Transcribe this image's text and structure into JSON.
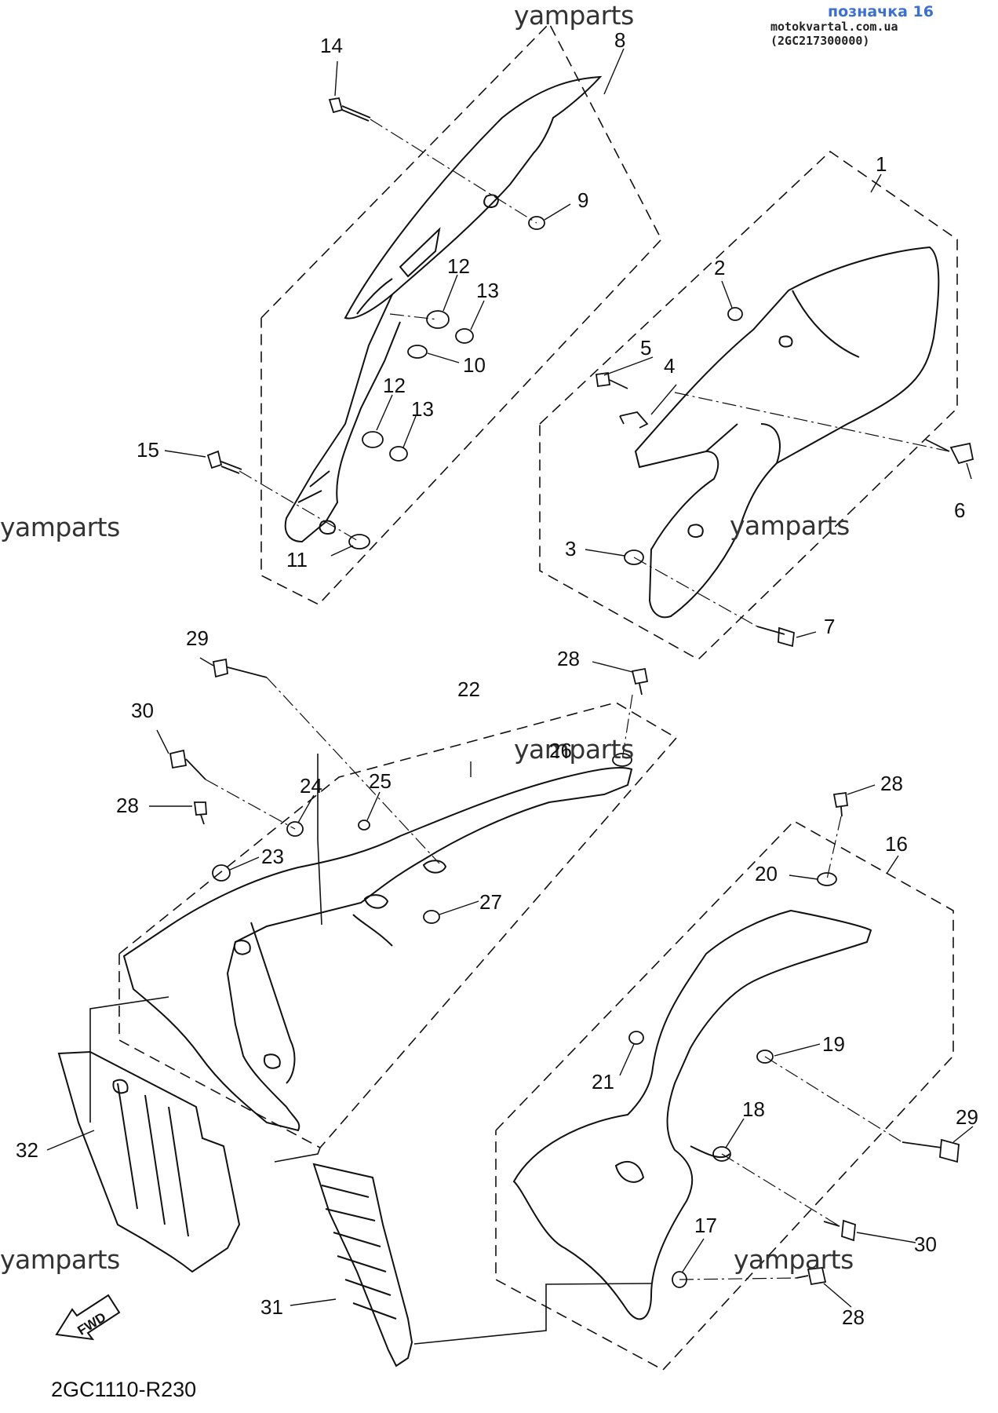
{
  "header": {
    "title": "позначка 16",
    "source": "motokvartal.com.ua (2GC217300000)"
  },
  "watermark": "yamparts",
  "diagram_code": "2GC1110-R230",
  "fwd_label": "FWD",
  "callouts": {
    "c1": "1",
    "c2": "2",
    "c3": "3",
    "c4": "4",
    "c5": "5",
    "c6": "6",
    "c7": "7",
    "c8": "8",
    "c9": "9",
    "c10": "10",
    "c11": "11",
    "c12a": "12",
    "c12b": "12",
    "c13a": "13",
    "c13b": "13",
    "c14": "14",
    "c15": "15",
    "c16": "16",
    "c17": "17",
    "c18": "18",
    "c19": "19",
    "c20": "20",
    "c21": "21",
    "c22": "22",
    "c23": "23",
    "c24": "24",
    "c25": "25",
    "c26": "26",
    "c27": "27",
    "c28a": "28",
    "c28b": "28",
    "c28c": "28",
    "c28d": "28",
    "c29a": "29",
    "c29b": "29",
    "c30a": "30",
    "c30b": "30",
    "c31": "31",
    "c32": "32"
  }
}
